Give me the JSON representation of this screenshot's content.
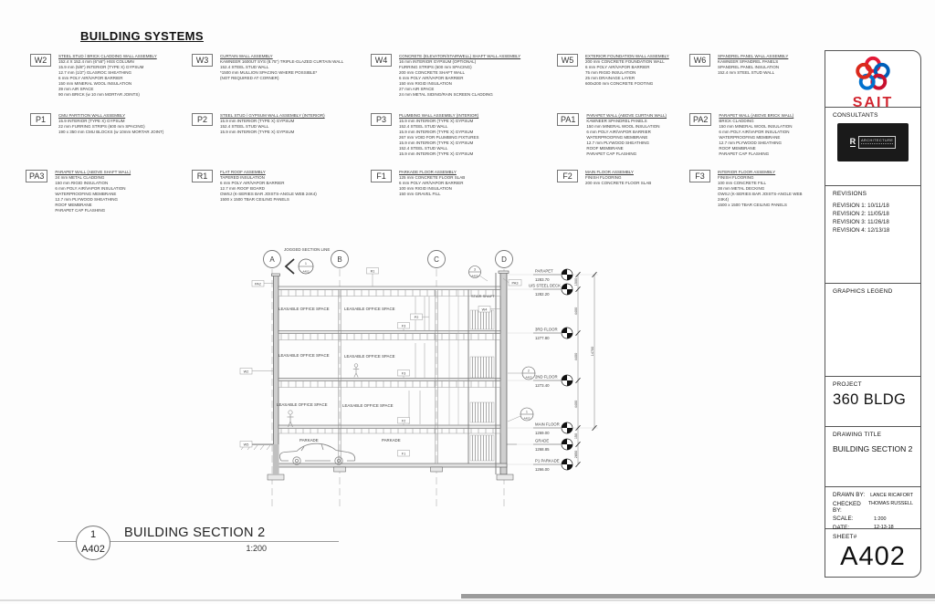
{
  "header": {
    "title": "BUILDING SYSTEMS"
  },
  "systems": [
    {
      "tag": "W2",
      "title": "STEEL STUD / BRICK CLADDING WALL ASSEMBLY",
      "items": [
        "152.4 X 152.4 mm (6\"x6\") HSS COLUMN",
        "15.9 mm (5/8\") INTERIOR (TYPE X) GYPSUM",
        "12.7 mm (1/2\") GLASROC SHEATHING",
        "6 mm POLY AIR/VAPOR BARRIER",
        "150 mm MINERAL WOOL INSULATION",
        "39 mm AIR SPACE",
        "90 mm BRICK (w 10 mm MORTAR JOINTS)"
      ]
    },
    {
      "tag": "W3",
      "title": "CURTAIN WALL ASSEMBLY",
      "items": [
        "KAWNEER 1600UT SYS (8.75\") TRIPLE-GLAZED CURTAIN WALL",
        "152.4 STEEL STUD WALL",
        "*1500 mm MULLION SPACING WHERE POSSIBLE*",
        "(NOT REQUIRED AT CORNER)"
      ]
    },
    {
      "tag": "W4",
      "title": "CONCRETE (ELEVATOR/STAIRWELL) SHAFT WALL ASSEMBLY",
      "items": [
        "16 mm INTERIOR GYPSUM (OPTIONAL)",
        "FURRING STRIPS (600 mm SPACING)",
        "200 mm CONCRETE SHAFT WALL",
        "6 mm POLY AIR/VAPOR BARRIER",
        "150 mm RIGID INSULATION",
        "27 mm AIR SPACE",
        "24 mm METAL SIDING/RAIN SCREEN CLADDING"
      ]
    },
    {
      "tag": "W5",
      "title": "EXTERIOR FOUNDATION WALL ASSEMBLY",
      "items": [
        "200 mm CONCRETE FOUNDATION WALL",
        "6 mm POLY AIR/VAPOR BARRIER",
        "75 mm RIGID INSULATION",
        "25 mm DRAINAGE LAYER",
        "600x200 mm CONCRETE FOOTING"
      ]
    },
    {
      "tag": "W6",
      "title": "SPANDREL PANEL WALL ASSEMBLY",
      "items": [
        "KAWNEER SPANDREL PANELS",
        "SPANDREL PANEL INSULATION",
        "152.4 mm STEEL STUD WALL"
      ]
    },
    {
      "tag": "P1",
      "title": "CMU PARTITION WALL ASSEMBLY",
      "items": [
        "15.9 INTERIOR (TYPE X) GYPSUM",
        "22 mm FURRING STRIPS (600 mm SPACING)",
        "190 x 350 mm CMU BLOCKS (w 10mm MORTAR JOINT)"
      ]
    },
    {
      "tag": "P2",
      "title": "STEEL STUD / GYPSUM  WALL ASSEMBLY (INTERIOR)",
      "items": [
        "15.9 mm INTERIOR (TYPE X) GYPSUM",
        "152.4 STEEL STUD WALL",
        "15.9 mm INTERIOR (TYPE X) GYPSUM"
      ]
    },
    {
      "tag": "P3",
      "title": "PLUMBING WALL ASSEMBLY (INTERIOR)",
      "items": [
        "15.9 mm INTERIOR (TYPE X) GYPSUM",
        "152.4 STEEL STUD WALL",
        "15.9 mm INTERIOR (TYPE X) GYPSUM",
        "267 mm VOID FOR PLUMBING FIXTURES",
        "15.9 mm INTERIOR (TYPE X) GYPSUM",
        "152.4 STEEL STUD WALL",
        "15.9 mm INTERIOR (TYPE X) GYPSUM"
      ]
    },
    {
      "tag": "PA1",
      "title": "PARAPET WALL (ABOVE CURTAIN WALL)",
      "items": [
        "KAWNEER SPANDREL PANELS",
        "150 mm MINERAL WOOL INSULATION",
        "6 mm POLY AIR/VAPOR BARRIER",
        "WATERPROOFING MEMBRANE",
        "12.7 mm PLYWOOD SHEATHING",
        "ROOF MEMBRANE",
        "PARAPET CAP FLASHING"
      ]
    },
    {
      "tag": "PA2",
      "title": "PARAPET WALL (ABOVE BRICK WALL)",
      "items": [
        "BRICK CLADDING",
        "150 mm MINERAL WOOL INSULATION",
        "6 mm POLY AIR/VAPOR INSULATION",
        "WATERPROOFING MEMBRANE",
        "12.7 mm PLYWOOD SHEATHING",
        "ROOF MEMBRANE",
        "PARAPET CAP FLASHING"
      ]
    },
    {
      "tag": "PA3",
      "title": "PARAPET WALL (ABOVE SHAFT WALL)",
      "items": [
        "24 mm METAL CLADDING",
        "150 mm RIGID INSULATION",
        "6 mm POLY AIR/VAPOR INSULATION",
        "WATERPROOFING MEMBRANE",
        "12.7 mm PLYWOOD SHEATHING",
        "ROOF MEMBRANE",
        "PARAPET CAP FLASHING"
      ]
    },
    {
      "tag": "R1",
      "title": "FLAT ROOF ASSEMBLY",
      "items": [
        "TAPERED INSULATION",
        "6 mm POLY AIR/VAPOR BARRIER",
        "12.7 mm ROOF BOARD",
        "OWSJ (K-SERIES BAR JOISTS-ANGLE WEB 24K4)",
        "1500 x 1500 TBAR CEILING PANELS"
      ]
    },
    {
      "tag": "F1",
      "title": "PARKADE FLOOR  ASSEMBLY",
      "items": [
        "125 mm CONCRETE FLOOR SLAB",
        "6 mm POLY AIR/VAPOR BARRIER",
        "100 mm RIGID INSULATION",
        "150 mm GRAVEL FILL"
      ]
    },
    {
      "tag": "F2",
      "title": "MAIN FLOOR ASSEMBLY",
      "items": [
        "FINISH FLOORING",
        "200 mm CONCRETE FLOOR SLAB"
      ]
    },
    {
      "tag": "F3",
      "title": "INTERIOR FLOOR ASSEMBLY",
      "items": [
        "FINISH FLOORING",
        "100 mm CONCRETE  FILL",
        "38 mm METAL DECKING",
        "OWSJ (K-SERIES BAR JOISTS-ANGLE WEB 24K4)",
        "1500 x 1500  TBAR CEILING PANELS"
      ]
    }
  ],
  "drawing": {
    "jog_label": "JOGGED SECTION LINE",
    "grid": [
      "A",
      "B",
      "C",
      "D"
    ],
    "levels": [
      {
        "name": "PARAPET",
        "elev": "1283.70"
      },
      {
        "name": "U/S STEEL DECK",
        "elev": "1282.20"
      },
      {
        "name": "3RD FLOOR",
        "elev": "1277.80"
      },
      {
        "name": "2ND FLOOR",
        "elev": "1273.40"
      },
      {
        "name": "MAIN FLOOR",
        "elev": "1269.00"
      },
      {
        "name": "GRADE",
        "elev": "1268.85"
      },
      {
        "name": "P1 PARKADE",
        "elev": "1266.00"
      }
    ],
    "dims": [
      "1500",
      "4400",
      "4400",
      "4400",
      "150",
      "2850"
    ],
    "overall_dim": "14700",
    "room_office": "LEASABLE OFFICE SPACE",
    "room_stair": "STAIR SHAFT",
    "room_parkade": "PARKADE",
    "tags": {
      "r1": "R1",
      "pa2": "PA2",
      "pa3": "PA3",
      "w2": "W2",
      "w4": "W4",
      "w5": "W5",
      "p2": "P2",
      "f3": "F3",
      "f2": "F2",
      "f1": "F1"
    },
    "callouts": [
      {
        "num": "1",
        "sheet": "A402"
      },
      {
        "num": "3",
        "sheet": "A403"
      },
      {
        "num": "2",
        "sheet": "A403"
      },
      {
        "num": "1",
        "sheet": "A403"
      }
    ]
  },
  "view_title": {
    "num": "1",
    "sheet": "A402",
    "name": "BUILDING SECTION 2",
    "scale": "1:200"
  },
  "titleblock": {
    "brand": "SAIT",
    "consultants_label": "CONSULTANTS",
    "consultant_name": "ARCHITECTURE",
    "consultant_mark": "R",
    "revisions_label": "REVISIONS",
    "revisions": [
      "REVISION 1: 10/11/18",
      "REVISION 2: 11/05/18",
      "REVISION 3: 11/26/18",
      "REVISION 4: 12/13/18"
    ],
    "graphics_label": "GRAPHICS LEGEND",
    "project_label": "PROJECT",
    "project_name": "360 BLDG",
    "drawing_title_label": "DRAWING TITLE",
    "drawing_title": "BUILDING SECTION 2",
    "drawn_by_label": "DRAWN BY:",
    "drawn_by": "LANCE RICAFORT",
    "checked_by_label": "CHECKED BY:",
    "checked_by": "THOMAS RUSSELL",
    "scale_label": "SCALE:",
    "scale": "1:200",
    "date_label": "DATE:",
    "date": "12-13-18",
    "sheet_label": "SHEET#",
    "sheet": "A402"
  },
  "colors": {
    "sait_red": "#D22630",
    "logo_blue": "#005EB8",
    "logo_red": "#E31937",
    "card_bg": "#1A1A1A"
  }
}
